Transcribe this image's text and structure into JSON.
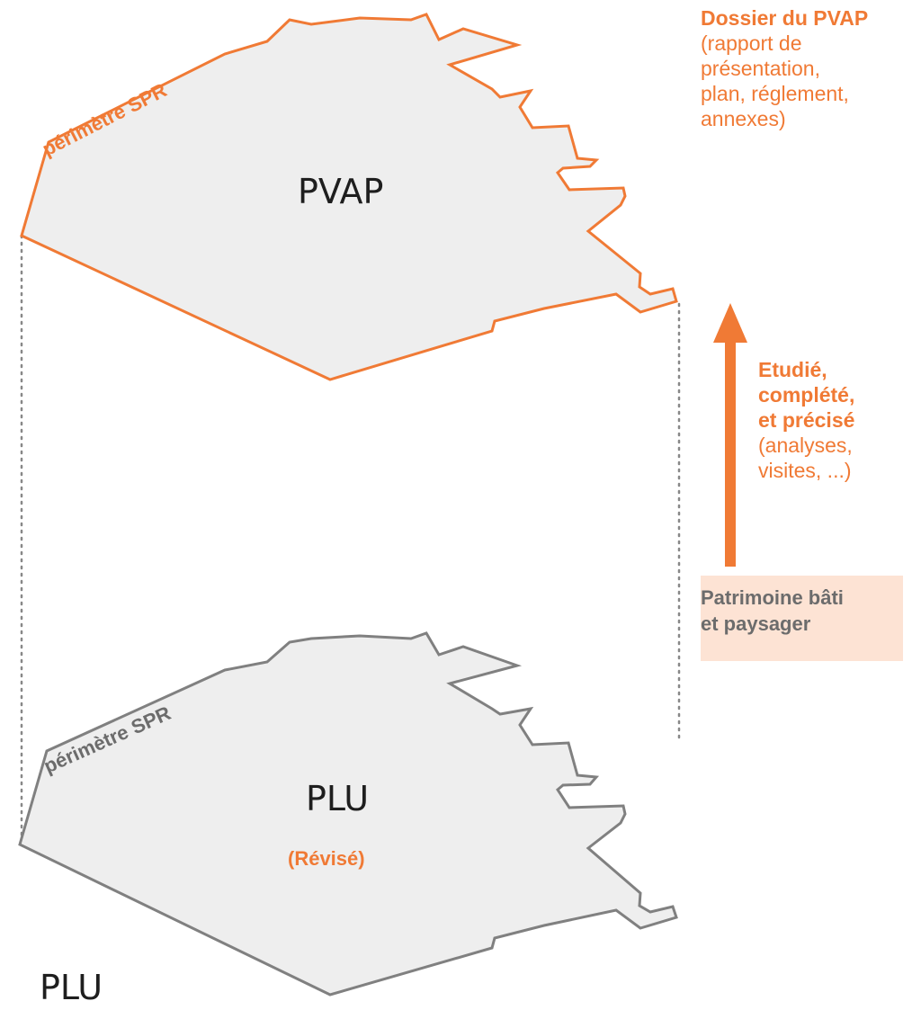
{
  "colors": {
    "accent": "#f07a35",
    "grey_outline": "#808080",
    "grey_text": "#6c6c6c",
    "shape_fill": "#eeeeee",
    "box_fill": "#fde3d4",
    "dotted": "#888888"
  },
  "top_layer": {
    "title": "PVAP",
    "perimeter_label": "périmètre SPR"
  },
  "bottom_layer": {
    "title": "PLU",
    "subtitle": "(Révisé)",
    "perimeter_label": "périmètre SPR"
  },
  "dossier_note": {
    "title": "Dossier du PVAP",
    "lines": [
      "(rapport de",
      "présentation,",
      "plan, réglement,",
      "annexes)"
    ]
  },
  "arrow_note": {
    "bold_lines": [
      "Etudié,",
      "complété,",
      "et précisé"
    ],
    "lines": [
      "(analyses,",
      "visites, ...)"
    ]
  },
  "source_box": {
    "lines": [
      "Patrimoine bâti",
      "et paysager"
    ]
  },
  "footer_label": "PLU"
}
